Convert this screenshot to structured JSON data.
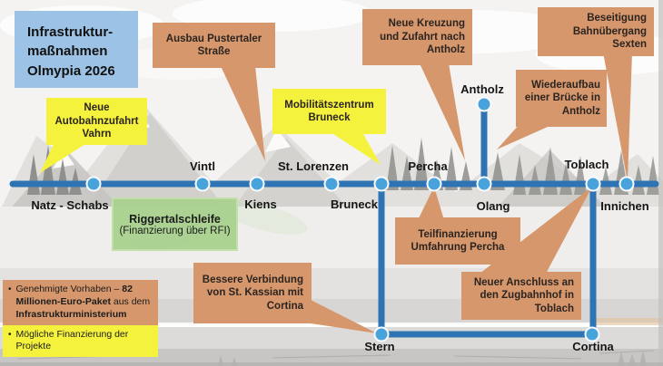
{
  "title": {
    "text": "Infrastruktur-\nmaßnahmen\nOlmypia 2026"
  },
  "callouts": {
    "ausbau": {
      "text": "Ausbau Pustertaler\nStraße",
      "type": "orange"
    },
    "kreuzung": {
      "text": "Neue Kreuzung\nund Zufahrt nach\nAntholz",
      "type": "orange"
    },
    "beseitigung": {
      "text": "Beseitigung\nBahnübergang\nSexten",
      "type": "orange"
    },
    "wiederaufbau": {
      "text": "Wiederaufbau\neiner Brücke in\nAntholz",
      "type": "orange"
    },
    "mobilitaet": {
      "text": "Mobilitätszentrum\nBruneck",
      "type": "yellow"
    },
    "vahrn": {
      "text": "Neue\nAutobahnzufahrt\nVahrn",
      "type": "yellow"
    },
    "teilfinanz": {
      "text": "Teilfinanzierung\nUmfahrung Percha",
      "type": "orange"
    },
    "anschluss": {
      "text": "Neuer Anschluss an\nden Zugbahnhof in\nToblach",
      "type": "orange"
    },
    "bessere": {
      "text": "Bessere Verbindung\nvon St. Kassian mit\nCortina",
      "type": "orange"
    }
  },
  "riggertal": {
    "line1": "Riggertalschleife",
    "line2": "(Finanzierung über RFI)"
  },
  "stations": [
    {
      "name": "Natz - Schabs"
    },
    {
      "name": "Vintl"
    },
    {
      "name": "Kiens"
    },
    {
      "name": "St. Lorenzen"
    },
    {
      "name": "Bruneck"
    },
    {
      "name": "Percha"
    },
    {
      "name": "Olang"
    },
    {
      "name": "Antholz"
    },
    {
      "name": "Toblach"
    },
    {
      "name": "Innichen"
    },
    {
      "name": "Stern"
    },
    {
      "name": "Cortina"
    }
  ],
  "legend": {
    "approved": {
      "bullet": "•",
      "prefix": "Genehmigte Vorhaben – ",
      "bold1": "82 Millionen-Euro-Paket",
      "mid": " aus dem ",
      "bold2": "Infrastrukturministerium"
    },
    "possible": {
      "bullet": "•",
      "text": "Mögliche Finanzierung der Projekte"
    }
  },
  "colors": {
    "route_blue": "#2E74B5",
    "dot_blue": "#48A3DB",
    "title_blue": "#9CC3E5",
    "callout_orange": "#D6976C",
    "callout_yellow": "#F5F23D",
    "info_green": "#A9D18E"
  }
}
